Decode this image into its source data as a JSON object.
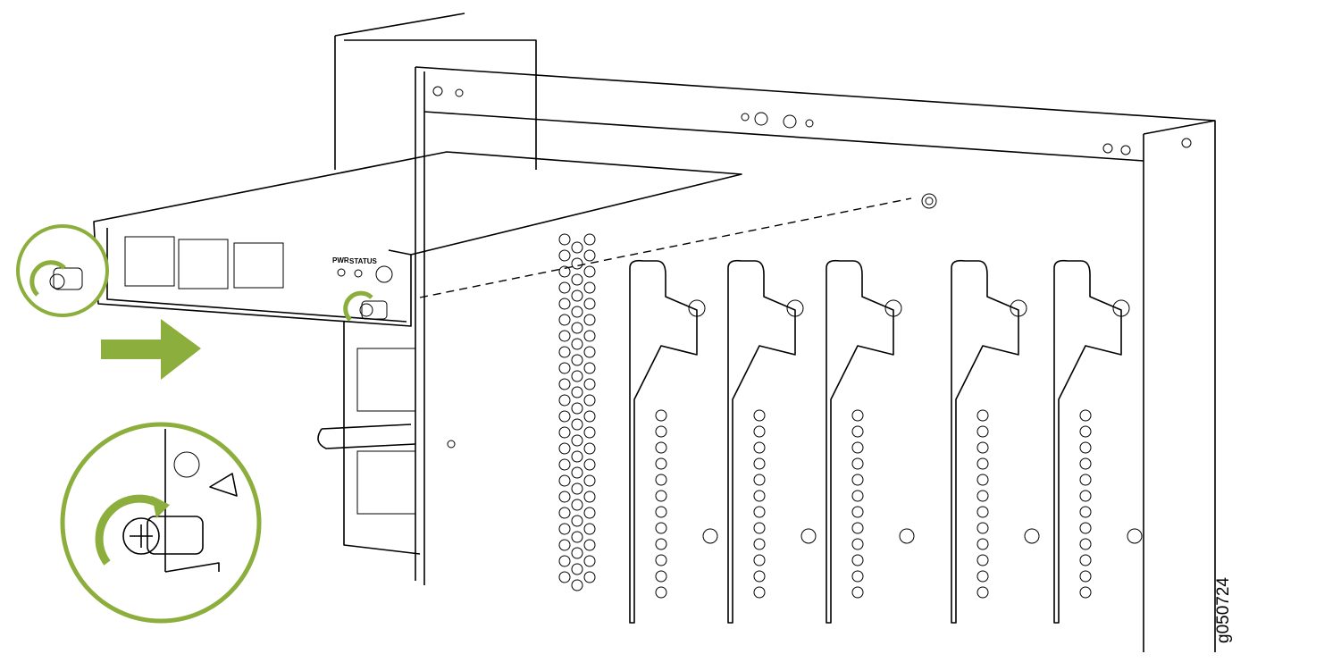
{
  "diagram": {
    "led_labels": {
      "pwr": "PWR",
      "status": "STATUS"
    },
    "figure_id": "g050724",
    "accent_color": "#8cae3c"
  }
}
